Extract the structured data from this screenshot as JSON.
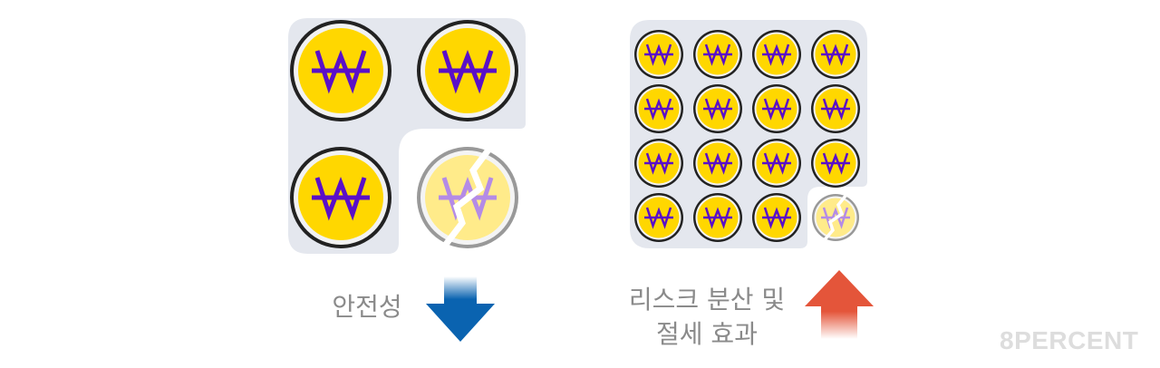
{
  "colors": {
    "panel": "#e4e7ee",
    "coin_fill": "#ffd700",
    "coin_ring": "#222222",
    "coin_symbol": "#5a0fc8",
    "broken_fill": "#ffeb8a",
    "broken_symbol": "#b48be6",
    "broken_ring": "#999999",
    "down_arrow": "#0a63b0",
    "up_arrow": "#e4553a",
    "label_text": "#8a8a8a",
    "brand_text": "#dddddd"
  },
  "left_group": {
    "coin_symbol": "₩",
    "coin_count": 4,
    "broken_count": 1,
    "label": "안전성",
    "arrow": "down-arrow-icon"
  },
  "right_group": {
    "coin_symbol": "₩",
    "coin_count": 16,
    "broken_count": 1,
    "label_line1": "리스크 분산 및",
    "label_line2": "절세 효과",
    "arrow": "up-arrow-icon"
  },
  "brand": {
    "logo_text": "8PERCENT"
  }
}
